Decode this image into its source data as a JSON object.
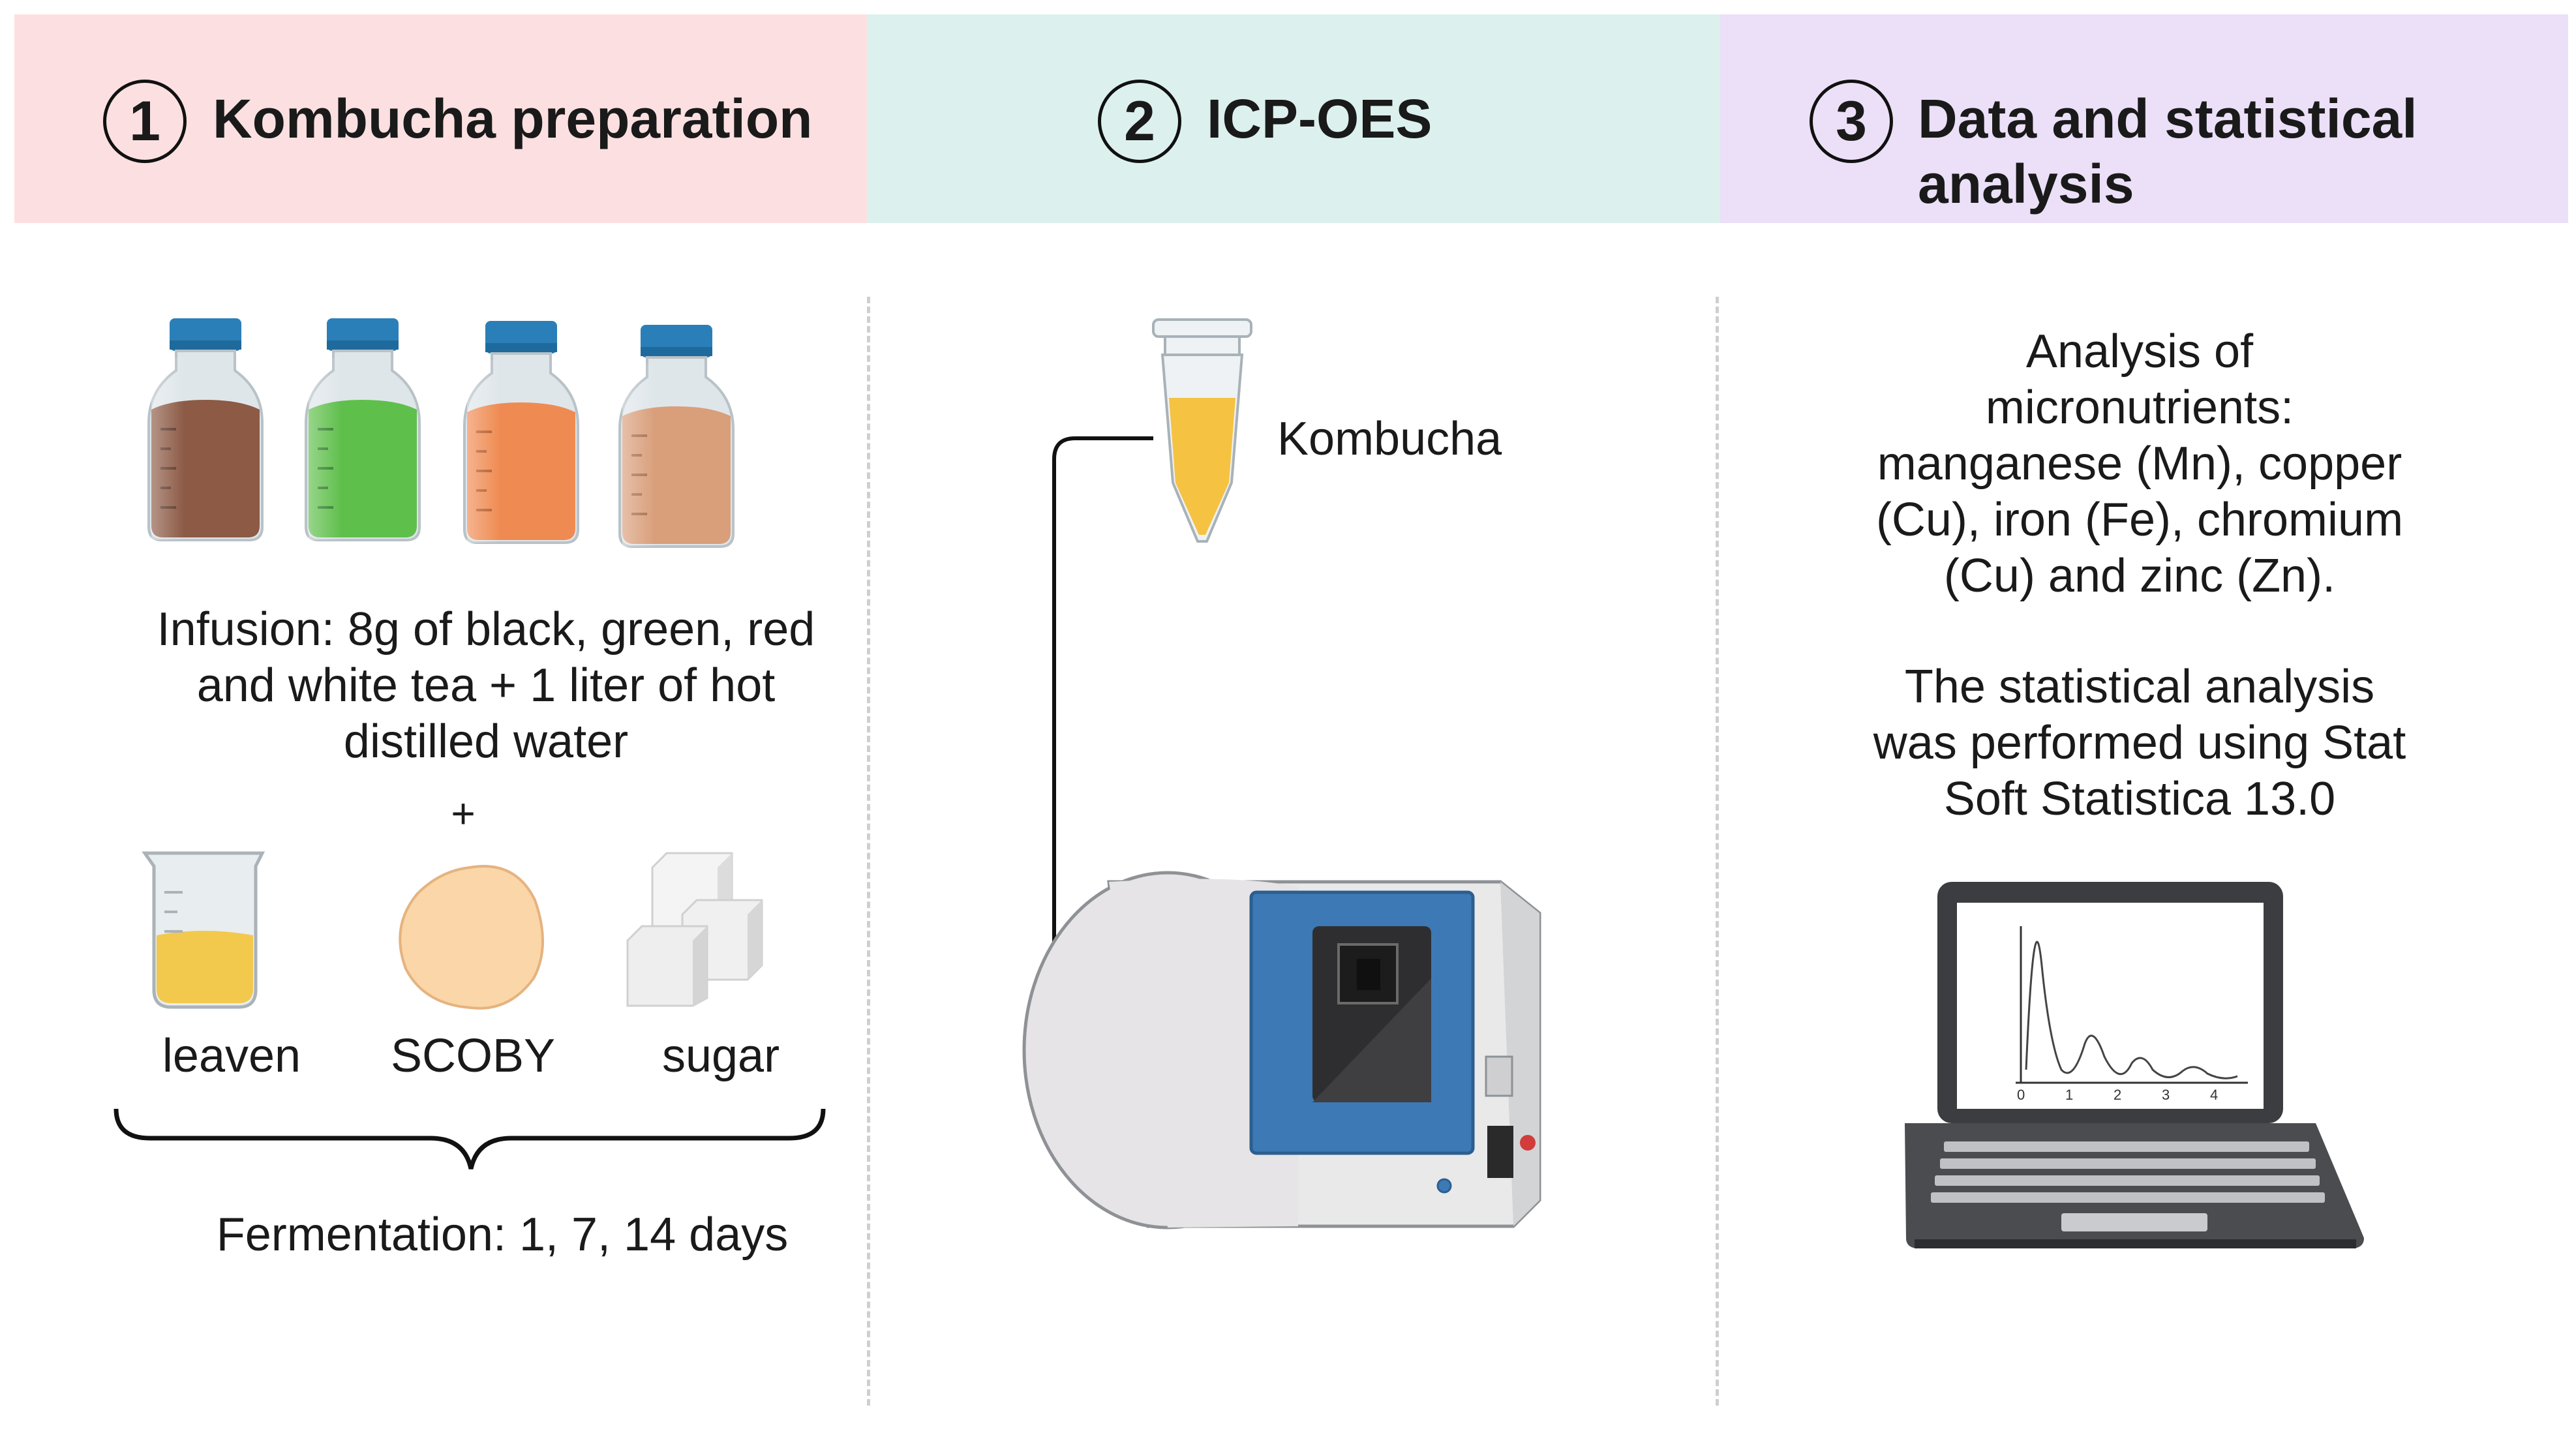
{
  "colors": {
    "header_1": "#fce0e1",
    "header_2": "#dcf1ee",
    "header_3": "#ece0f8",
    "instrument_blue": "#3d79b5",
    "bottle_cap": "#2b7fb8"
  },
  "steps": [
    {
      "number": "1",
      "title": "Kombucha preparation"
    },
    {
      "number": "2",
      "title": "ICP-OES"
    },
    {
      "number": "3",
      "title_line1": "Data and statistical",
      "title_line2": "analysis"
    }
  ],
  "panel1": {
    "bottles": [
      {
        "name": "black-tea-bottle",
        "liquid": "#8c5a45"
      },
      {
        "name": "green-tea-bottle",
        "liquid": "#5fbf4b"
      },
      {
        "name": "red-tea-bottle",
        "liquid": "#ef8b52"
      },
      {
        "name": "white-tea-bottle",
        "liquid": "#d99e7a"
      }
    ],
    "infusion_lines": [
      "Infusion: 8g of black, green, red",
      "and white tea + 1 liter of hot",
      "distilled water"
    ],
    "plus": "+",
    "ingredients": [
      "leaven",
      "SCOBY",
      "sugar"
    ],
    "fermentation": "Fermentation: 1, 7, 14 days"
  },
  "panel2": {
    "tube_label": "Kombucha",
    "icons": [
      "microtube-icon",
      "icp-oes-instrument-icon",
      "arrow-icon"
    ]
  },
  "panel3": {
    "analysis_lines": [
      "Analysis of",
      "micronutrients:",
      "manganese (Mn), copper",
      "(Cu), iron (Fe), chromium",
      "(Cu) and zinc (Zn)."
    ],
    "stats_lines": [
      "The statistical analysis",
      "was performed using Stat",
      "Soft Statistica 13.0"
    ],
    "plot_ticks": [
      "0",
      "1",
      "2",
      "3",
      "4"
    ],
    "icons": [
      "laptop-icon"
    ]
  }
}
